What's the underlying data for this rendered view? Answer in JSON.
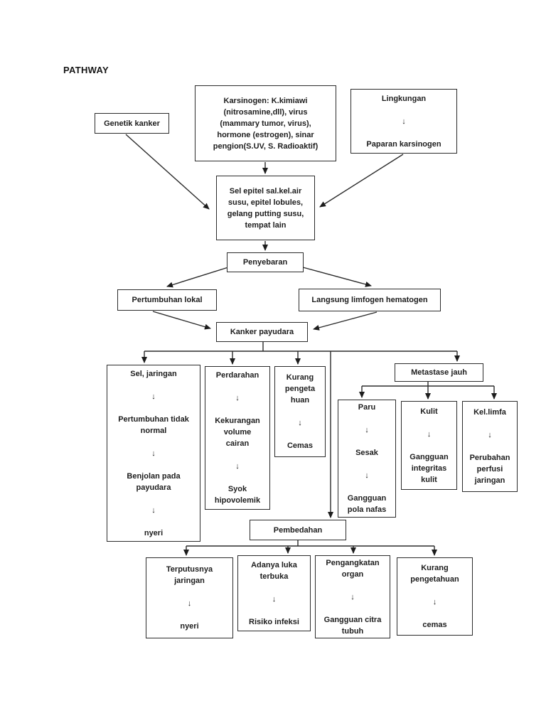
{
  "page": {
    "background_color": "#ffffff",
    "ink_color": "#1d1d1d"
  },
  "title": "PATHWAY",
  "nodes": {
    "genetik_kanker": {
      "text": "Genetik kanker"
    },
    "karsinogen": {
      "text": "Karsinogen: K.kimiawi\n(nitrosamine,dll), virus\n(mammary tumor, virus),\nhormone (estrogen), sinar\npengion(S.UV, S. Radioaktif)"
    },
    "lingkungan": {
      "text": "Lingkungan\n\n↓\n\nPaparan karsinogen"
    },
    "sel_epitel": {
      "text": "Sel epitel sal.kel.air\nsusu, epitel lobules,\ngelang putting susu,\ntempat lain"
    },
    "penyebaran": {
      "text": "Penyebaran"
    },
    "pertumbuhan_lokal": {
      "text": "Pertumbuhan lokal"
    },
    "langsung_limfogen": {
      "text": "Langsung limfogen hematogen"
    },
    "kanker_payudara": {
      "text": "Kanker payudara"
    },
    "sel_jaringan": {
      "text": "Sel, jaringan\n\n↓\n\nPertumbuhan tidak\nnormal\n\n↓\n\nBenjolan pada\npayudara\n\n↓\n\nnyeri"
    },
    "perdarahan": {
      "text": "Perdarahan\n\n↓\n\nKekurangan\nvolume\ncairan\n\n↓\n\nSyok\nhipovolemik"
    },
    "kurang_pengetahuan_atas": {
      "text": "Kurang\npengeta\nhuan\n\n↓\n\nCemas"
    },
    "metastase_jauh": {
      "text": "Metastase jauh"
    },
    "paru": {
      "text": "Paru\n\n↓\n\nSesak\n\n↓\n\nGangguan\npola nafas"
    },
    "kulit": {
      "text": "Kulit\n\n↓\n\nGangguan\nintegritas\nkulit"
    },
    "kel_limfa": {
      "text": "Kel.limfa\n\n↓\n\nPerubahan\nperfusi\njaringan"
    },
    "pembedahan": {
      "text": "Pembedahan"
    },
    "terputusnya_jaringan": {
      "text": "Terputusnya\njaringan\n\n↓\n\nnyeri"
    },
    "adanya_luka": {
      "text": "Adanya luka\nterbuka\n\n↓\n\nRisiko infeksi"
    },
    "pengangkatan_organ": {
      "text": "Pengangkatan\norgan\n\n↓\n\nGangguan citra\ntubuh"
    },
    "kurang_pengetahuan_bawah": {
      "text": "Kurang\npengetahuan\n\n↓\n\ncemas"
    }
  }
}
